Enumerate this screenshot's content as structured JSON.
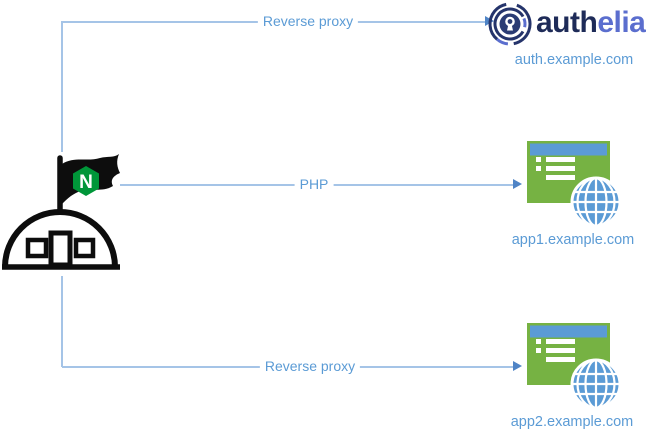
{
  "diagram": {
    "nginx_letter": "N",
    "nodes": {
      "auth": {
        "brand_dark": "auth",
        "brand_light": "elia",
        "domain": "auth.example.com"
      },
      "app1": {
        "domain": "app1.example.com"
      },
      "app2": {
        "domain": "app2.example.com"
      }
    },
    "edges": [
      {
        "label": "Reverse proxy",
        "from": "nginx",
        "to": "auth.example.com"
      },
      {
        "label": "PHP",
        "from": "nginx",
        "to": "app1.example.com"
      },
      {
        "label": "Reverse proxy",
        "from": "nginx",
        "to": "app2.example.com"
      }
    ],
    "icons": {
      "nginx": "nginx-flag-basecamp-icon",
      "auth": "authelia-lock-icon",
      "app1": "web-app-window-globe-icon",
      "app2": "web-app-window-globe-icon"
    },
    "colors": {
      "connector_line": "#a5c4e7",
      "connector_arrow": "#4f84c6",
      "label_blue": "#5b9bd5",
      "nginx_green": "#009639",
      "app_green": "#76b243",
      "app_titlebar_blue": "#5b9bd5",
      "globe_blue": "#5b9bd5",
      "authelia_navy": "#1e2b58",
      "authelia_blue": "#5b6ece",
      "icon_black": "#0d0d0d"
    }
  }
}
